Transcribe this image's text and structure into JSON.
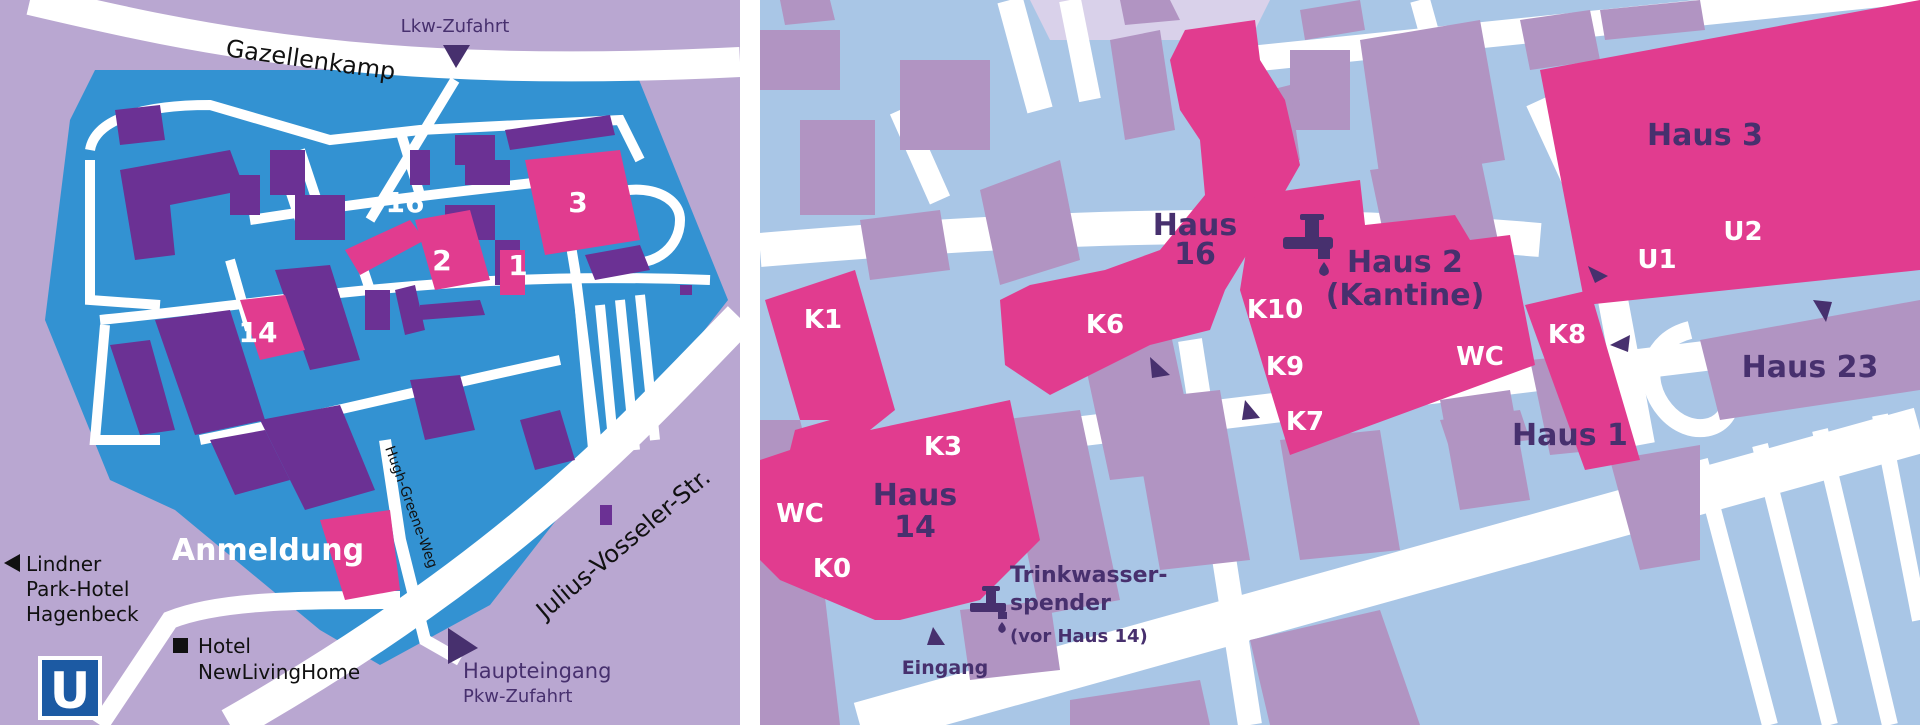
{
  "colors": {
    "background_left": "#b9a7d1",
    "campus_blue": "#3392d2",
    "building_purple": "#6b3194",
    "highlight_pink": "#e13c8f",
    "road_white": "#ffffff",
    "background_right": "#a9c6e6",
    "building_right": "#b194c2",
    "text_dark": "#47306e",
    "ubahn_blue": "#1c5aa3"
  },
  "overview_map": {
    "streets": {
      "gazellenkamp": "Gazellenkamp",
      "julius_vosseler": "Julius-Vosseler-Str.",
      "hugh_greene": "Hugh-Greene-Weg"
    },
    "entrances": {
      "lkw": "Lkw-Zufahrt",
      "main": "Haupteingang",
      "pkw": "Pkw-Zufahrt"
    },
    "buildings": {
      "b16": "16",
      "b3": "3",
      "b2": "2",
      "b1": "1",
      "b14": "14",
      "registration": "Anmeldung"
    },
    "hotels": {
      "lindner_line1": "Lindner",
      "lindner_line2": "Park-Hotel",
      "lindner_line3": "Hagenbeck",
      "newliving_line1": "Hotel",
      "newliving_line2": "NewLivingHome"
    },
    "ubahn": "U"
  },
  "detail_map": {
    "houses": {
      "haus3": "Haus 3",
      "haus16_line1": "Haus",
      "haus16_line2": "16",
      "haus2_line1": "Haus 2",
      "haus2_line2": "(Kantine)",
      "haus23": "Haus 23",
      "haus1": "Haus 1",
      "haus14_line1": "Haus",
      "haus14_line2": "14"
    },
    "rooms": {
      "k1": "K1",
      "k6": "K6",
      "k10": "K10",
      "k9": "K9",
      "k7": "K7",
      "wc_haus2": "WC",
      "k8": "K8",
      "u1": "U1",
      "u2": "U2",
      "k3": "K3",
      "wc_haus14": "WC",
      "k0": "K0"
    },
    "water": {
      "line1": "Trinkwasser-",
      "line2": "spender",
      "line3": "(vor Haus 14)"
    },
    "entrance": "Eingang"
  }
}
